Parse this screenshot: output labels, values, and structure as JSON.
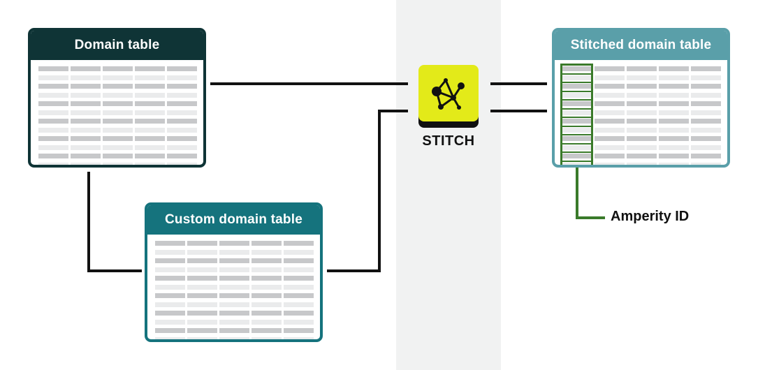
{
  "tables": {
    "domain": {
      "title": "Domain table",
      "header_color": "#0f3436"
    },
    "custom": {
      "title": "Custom domain table",
      "header_color": "#15737d"
    },
    "stitched": {
      "title": "Stitched domain table",
      "header_color": "#5a9fa9"
    }
  },
  "stitch": {
    "label": "STITCH",
    "icon": "network-graph-icon",
    "color": "#e3ea19"
  },
  "amperity_id": {
    "label": "Amperity ID",
    "highlight_color": "#3a7a2a"
  },
  "colors": {
    "connector": "#111111",
    "band": "#f1f2f2",
    "row_dark": "#c7c8ca",
    "row_light": "#eaebec"
  }
}
